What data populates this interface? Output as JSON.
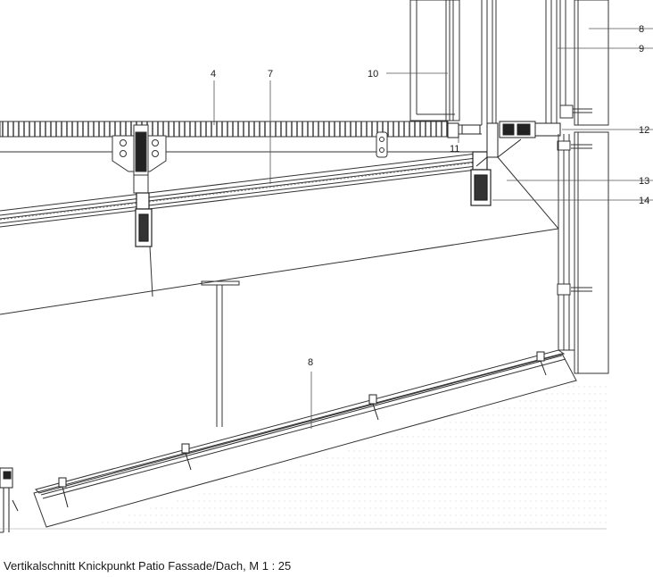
{
  "labels": {
    "l4": "4",
    "l7": "7",
    "l8_top": "8",
    "l9": "9",
    "l10": "10",
    "l11": "11",
    "l12": "12",
    "l13": "13",
    "l14": "14",
    "l8_mid": "8"
  },
  "caption": "Vertikalschnitt Knickpunkt Patio Fassade/Dach, M 1 : 25"
}
